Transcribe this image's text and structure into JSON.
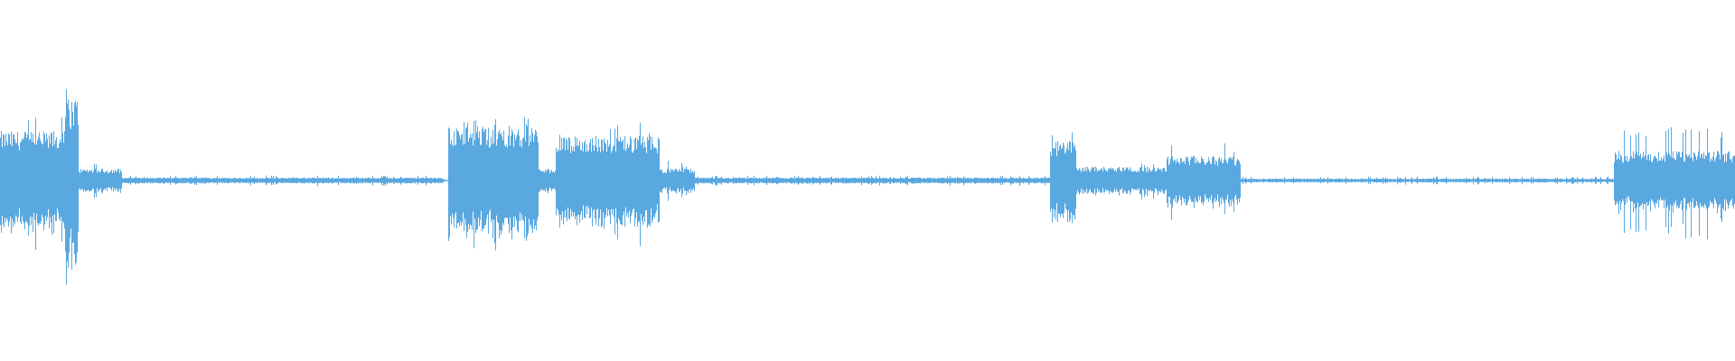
{
  "waveform": {
    "color": "#5aa8e0",
    "description_free": true,
    "segments": [
      {
        "start": 0.0,
        "end": 0.045,
        "level": 0.5,
        "peak": 0.72
      },
      {
        "start": 0.037,
        "end": 0.045,
        "level": 0.85,
        "peak": 1.0
      },
      {
        "start": 0.045,
        "end": 0.07,
        "level": 0.12,
        "peak": 0.18
      },
      {
        "start": 0.07,
        "end": 0.255,
        "level": 0.03,
        "peak": 0.05
      },
      {
        "start": 0.258,
        "end": 0.31,
        "level": 0.55,
        "peak": 0.65
      },
      {
        "start": 0.31,
        "end": 0.32,
        "level": 0.12,
        "peak": 0.2
      },
      {
        "start": 0.32,
        "end": 0.38,
        "level": 0.45,
        "peak": 0.6
      },
      {
        "start": 0.38,
        "end": 0.4,
        "level": 0.12,
        "peak": 0.2
      },
      {
        "start": 0.4,
        "end": 0.605,
        "level": 0.03,
        "peak": 0.05
      },
      {
        "start": 0.605,
        "end": 0.62,
        "level": 0.4,
        "peak": 0.6
      },
      {
        "start": 0.62,
        "end": 0.672,
        "level": 0.14,
        "peak": 0.18
      },
      {
        "start": 0.672,
        "end": 0.715,
        "level": 0.25,
        "peak": 0.4
      },
      {
        "start": 0.715,
        "end": 0.93,
        "level": 0.02,
        "peak": 0.04
      },
      {
        "start": 0.93,
        "end": 1.0,
        "level": 0.3,
        "peak": 0.55
      }
    ]
  }
}
